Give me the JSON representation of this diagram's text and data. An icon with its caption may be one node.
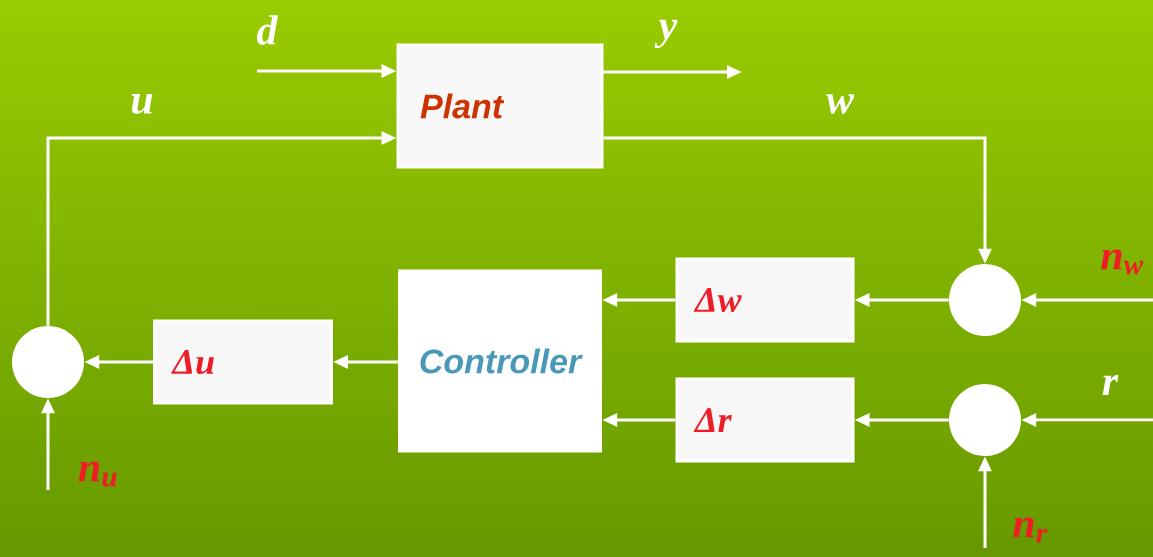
{
  "diagram": {
    "nodes": [
      {
        "text": [
          "Plant"
        ]
      },
      {
        "text": [
          "Controller"
        ]
      },
      {
        "text": [
          "Δw"
        ]
      },
      {
        "text": [
          "Δr"
        ]
      },
      {
        "text": [
          "Δu"
        ]
      },
      {
        "text": [],
        "shape": "circle"
      },
      {
        "text": [],
        "shape": "circle"
      },
      {
        "text": [],
        "shape": "circle"
      }
    ],
    "edges": [
      {
        "from": null,
        "to": 0,
        "arrow": "to",
        "label": "d"
      },
      {
        "from": 0,
        "to": null,
        "arrow": "to",
        "label": "y"
      },
      {
        "from": 7,
        "to": 0,
        "arrow": "to",
        "label": "u"
      },
      {
        "from": 0,
        "to": 5,
        "arrow": "to",
        "label": "w"
      },
      {
        "from": null,
        "to": 5,
        "arrow": "to",
        "label": "n$_{w}$"
      },
      {
        "from": null,
        "to": 6,
        "arrow": "to",
        "label": "r"
      },
      {
        "from": null,
        "to": 6,
        "arrow": "to",
        "label": "n$_{r}$"
      },
      {
        "from": null,
        "to": 7,
        "arrow": "to",
        "label": "n$_{u}$"
      },
      {
        "from": 5,
        "to": 2,
        "arrow": "to"
      },
      {
        "from": 6,
        "to": 3,
        "arrow": "to"
      },
      {
        "from": 2,
        "to": 1,
        "arrow": "to"
      },
      {
        "from": 3,
        "to": 1,
        "arrow": "to"
      },
      {
        "from": 1,
        "to": 4,
        "arrow": "to"
      },
      {
        "from": 4,
        "to": 7,
        "arrow": "to"
      }
    ]
  }
}
